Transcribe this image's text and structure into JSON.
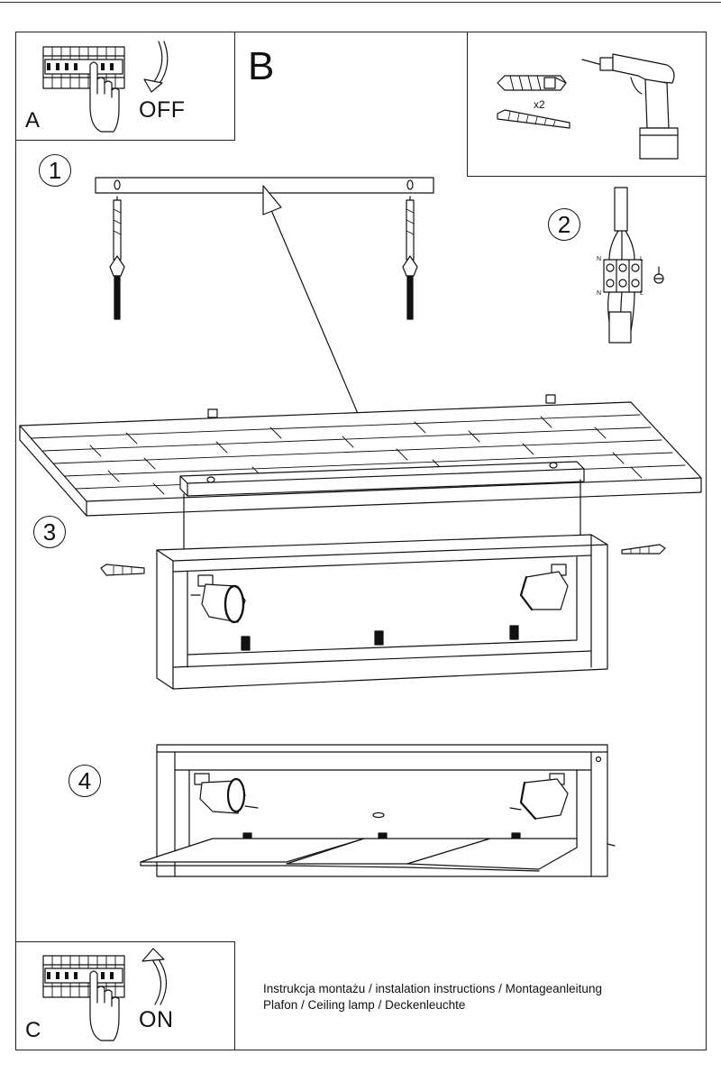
{
  "panels": {
    "start": {
      "label": "A",
      "state": "OFF"
    },
    "tools": {
      "label": "B",
      "anchor_count": "x2"
    },
    "end": {
      "label": "C",
      "state": "ON"
    }
  },
  "steps": [
    "1",
    "2",
    "3",
    "4"
  ],
  "wiring": {
    "left_terminal": "N",
    "right_terminal": "L"
  },
  "footer": {
    "line1": "Instrukcja montażu / instalation instructions / Montageanleitung",
    "line2": "Plafon / Ceiling lamp / Deckenleuchte"
  }
}
